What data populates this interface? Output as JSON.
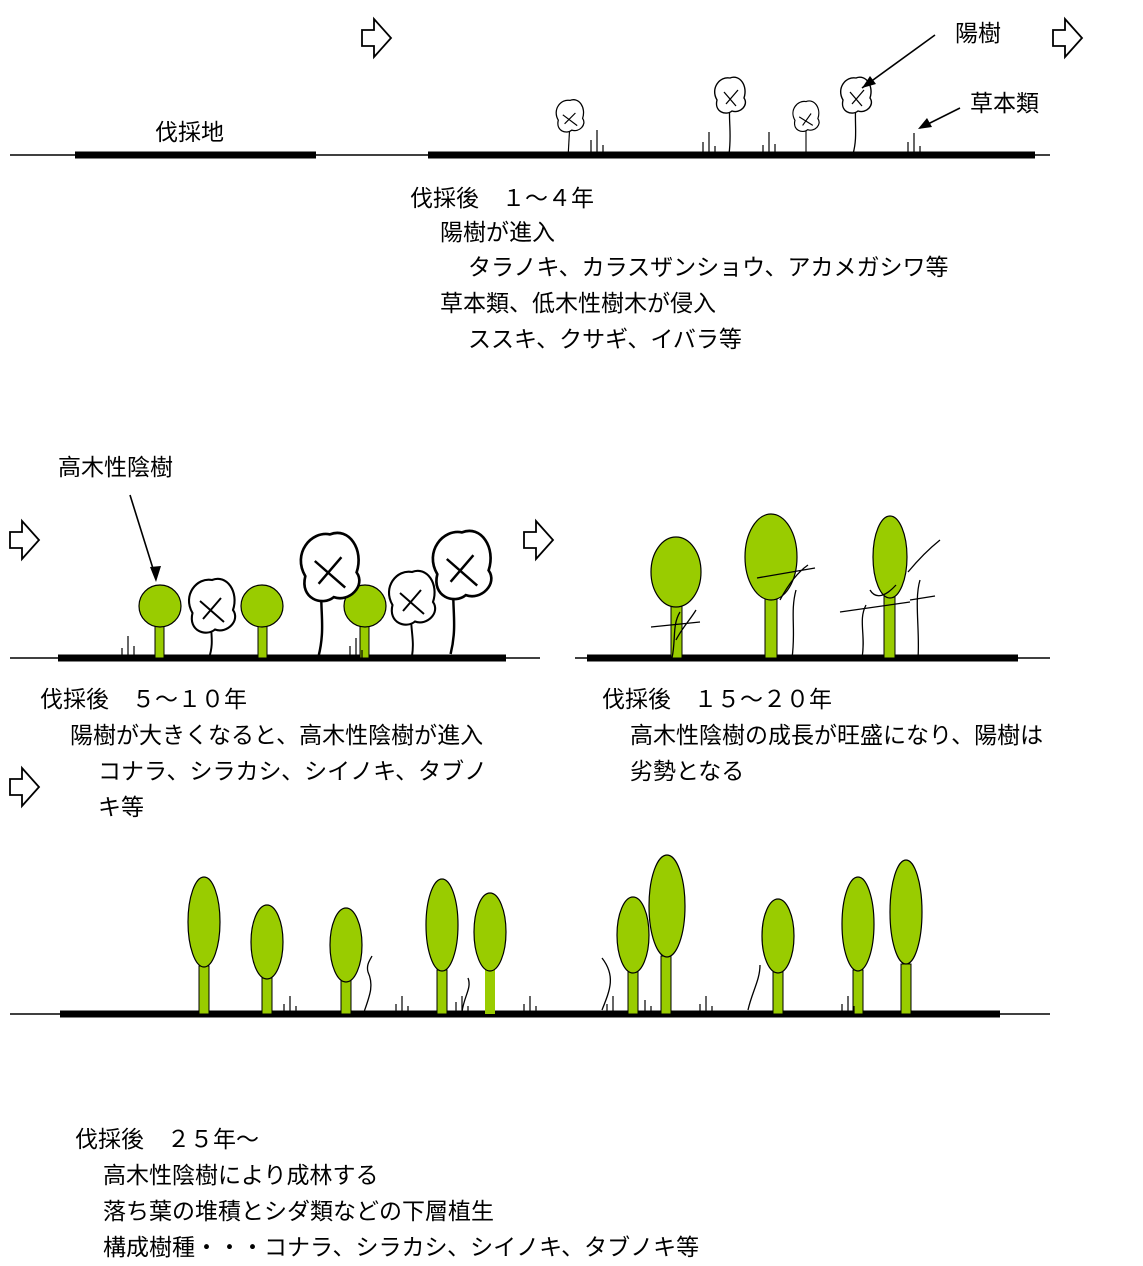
{
  "colors": {
    "shade_tree": "#99cc00",
    "ground": "#000000"
  },
  "labels": {
    "cut_site": "伐採地",
    "sun_tree": "陽樹",
    "grass": "草本類",
    "tall_shade_tree": "高木性陰樹"
  },
  "stage1": {
    "heading": "伐採後　１～４年",
    "line1": "陽樹が進入",
    "line2": "タラノキ、カラスザンショウ、アカメガシワ等",
    "line3": "草本類、低木性樹木が侵入",
    "line4": "ススキ、クサギ、イバラ等"
  },
  "stage2": {
    "heading": "伐採後　５～１０年",
    "line1": "陽樹が大きくなると、高木性陰樹が進入",
    "line2": "コナラ、シラカシ、シイノキ、タブノ",
    "line3": "キ等"
  },
  "stage3": {
    "heading": "伐採後　１５～２０年",
    "line1": "高木性陰樹の成長が旺盛になり、陽樹は",
    "line2": "劣勢となる"
  },
  "stage4": {
    "heading": "伐採後　２５年～",
    "line1": "高木性陰樹により成林する",
    "line2": "落ち葉の堆積とシダ類などの下層植生",
    "line3": "構成樹種・・・コナラ、シラカシ、シイノキ、タブノキ等"
  },
  "icons": [
    "next-stage-arrow-icon"
  ]
}
